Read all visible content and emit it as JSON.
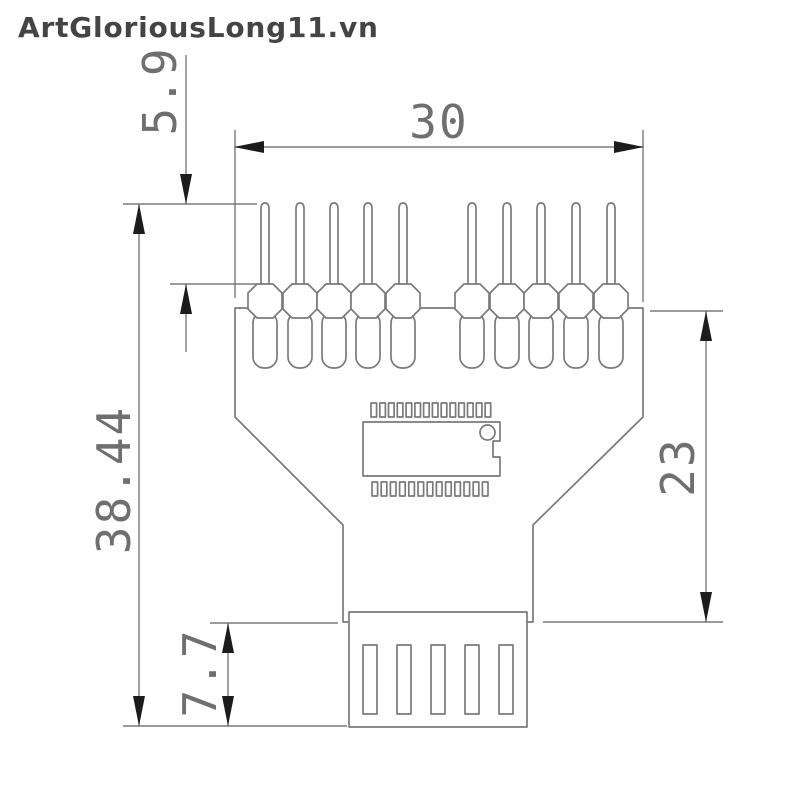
{
  "watermark": {
    "text": "ArtGloriousLong11.vn"
  },
  "dimensions": {
    "top_width": "30",
    "pin_exposure": "5.9",
    "overall_height": "38.44",
    "body_height": "23",
    "connector_height": "7.7"
  },
  "colors": {
    "background": "#ffffff",
    "line": "#7a7a7a",
    "arrow": "#1c1c1c",
    "dim-text": "#6f6f6f",
    "watermark": "#444444"
  }
}
